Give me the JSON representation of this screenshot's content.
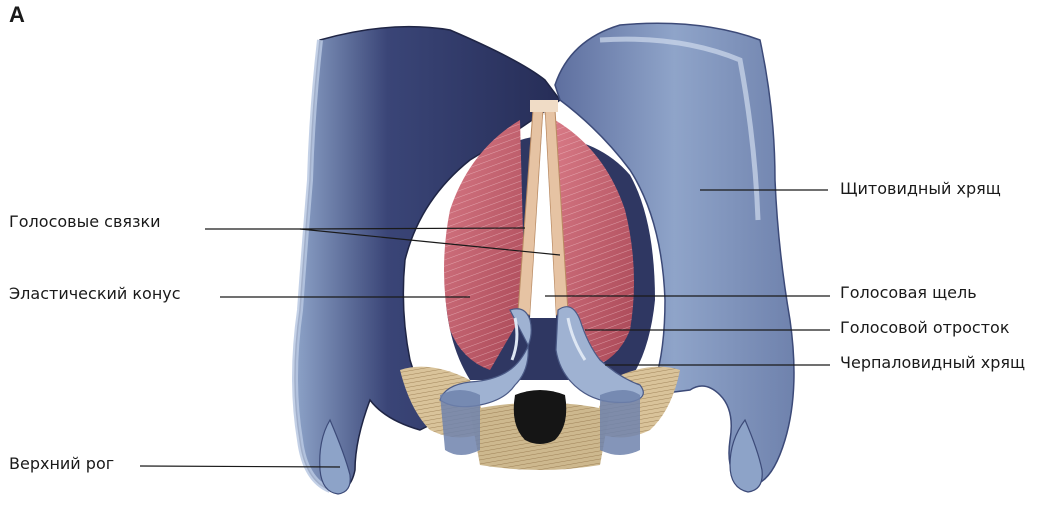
{
  "panel_letter": "А",
  "labels": {
    "vocal_cords": "Голосовые связки",
    "elastic_cone": "Эластический конус",
    "superior_horn": "Верхний рог",
    "thyroid_cartilage": "Щитовидный хрящ",
    "glottis": "Голосовая щель",
    "vocal_process": "Голосовой отросток",
    "arytenoid_cartilage": "Черпаловидный хрящ"
  },
  "colors": {
    "cartilage_dark": "#2c3563",
    "cartilage_light": "#7f95bd",
    "cartilage_highlight": "#c9d6ea",
    "muscle": "#c25a68",
    "muscle_light": "#e09aa4",
    "ligament": "#e6c3a3",
    "membrane": "#d9c39a",
    "cavity": "#151515"
  }
}
